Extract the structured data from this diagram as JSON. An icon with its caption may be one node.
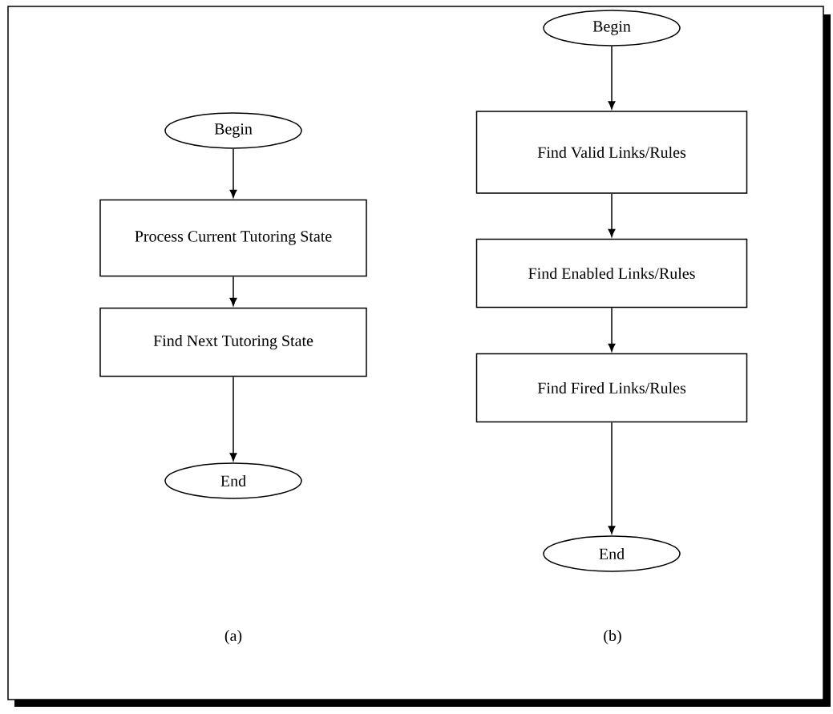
{
  "diagram": {
    "nodes": [
      {
        "text": [
          "Begin"
        ]
      },
      {
        "text": [
          "Process Current Tutoring State"
        ]
      },
      {
        "text": [
          "Find Next Tutoring State"
        ]
      },
      {
        "text": [
          "End"
        ]
      },
      {
        "text": [
          "Begin"
        ]
      },
      {
        "text": [
          "Find Valid Links/Rules"
        ]
      },
      {
        "text": [
          "Find Enabled Links/Rules"
        ]
      },
      {
        "text": [
          "Find Fired Links/Rules"
        ]
      },
      {
        "text": [
          "End"
        ]
      }
    ],
    "edges": [
      {
        "from": 0,
        "to": 1,
        "arrow": "to"
      },
      {
        "from": 1,
        "to": 2,
        "arrow": "to"
      },
      {
        "from": 2,
        "to": 3,
        "arrow": "to"
      },
      {
        "from": 4,
        "to": 5,
        "arrow": "to"
      },
      {
        "from": 5,
        "to": 6,
        "arrow": "to"
      },
      {
        "from": 6,
        "to": 7,
        "arrow": "to"
      },
      {
        "from": 7,
        "to": 8,
        "arrow": "to"
      }
    ],
    "labels": [
      "(a)",
      "(b)"
    ]
  }
}
